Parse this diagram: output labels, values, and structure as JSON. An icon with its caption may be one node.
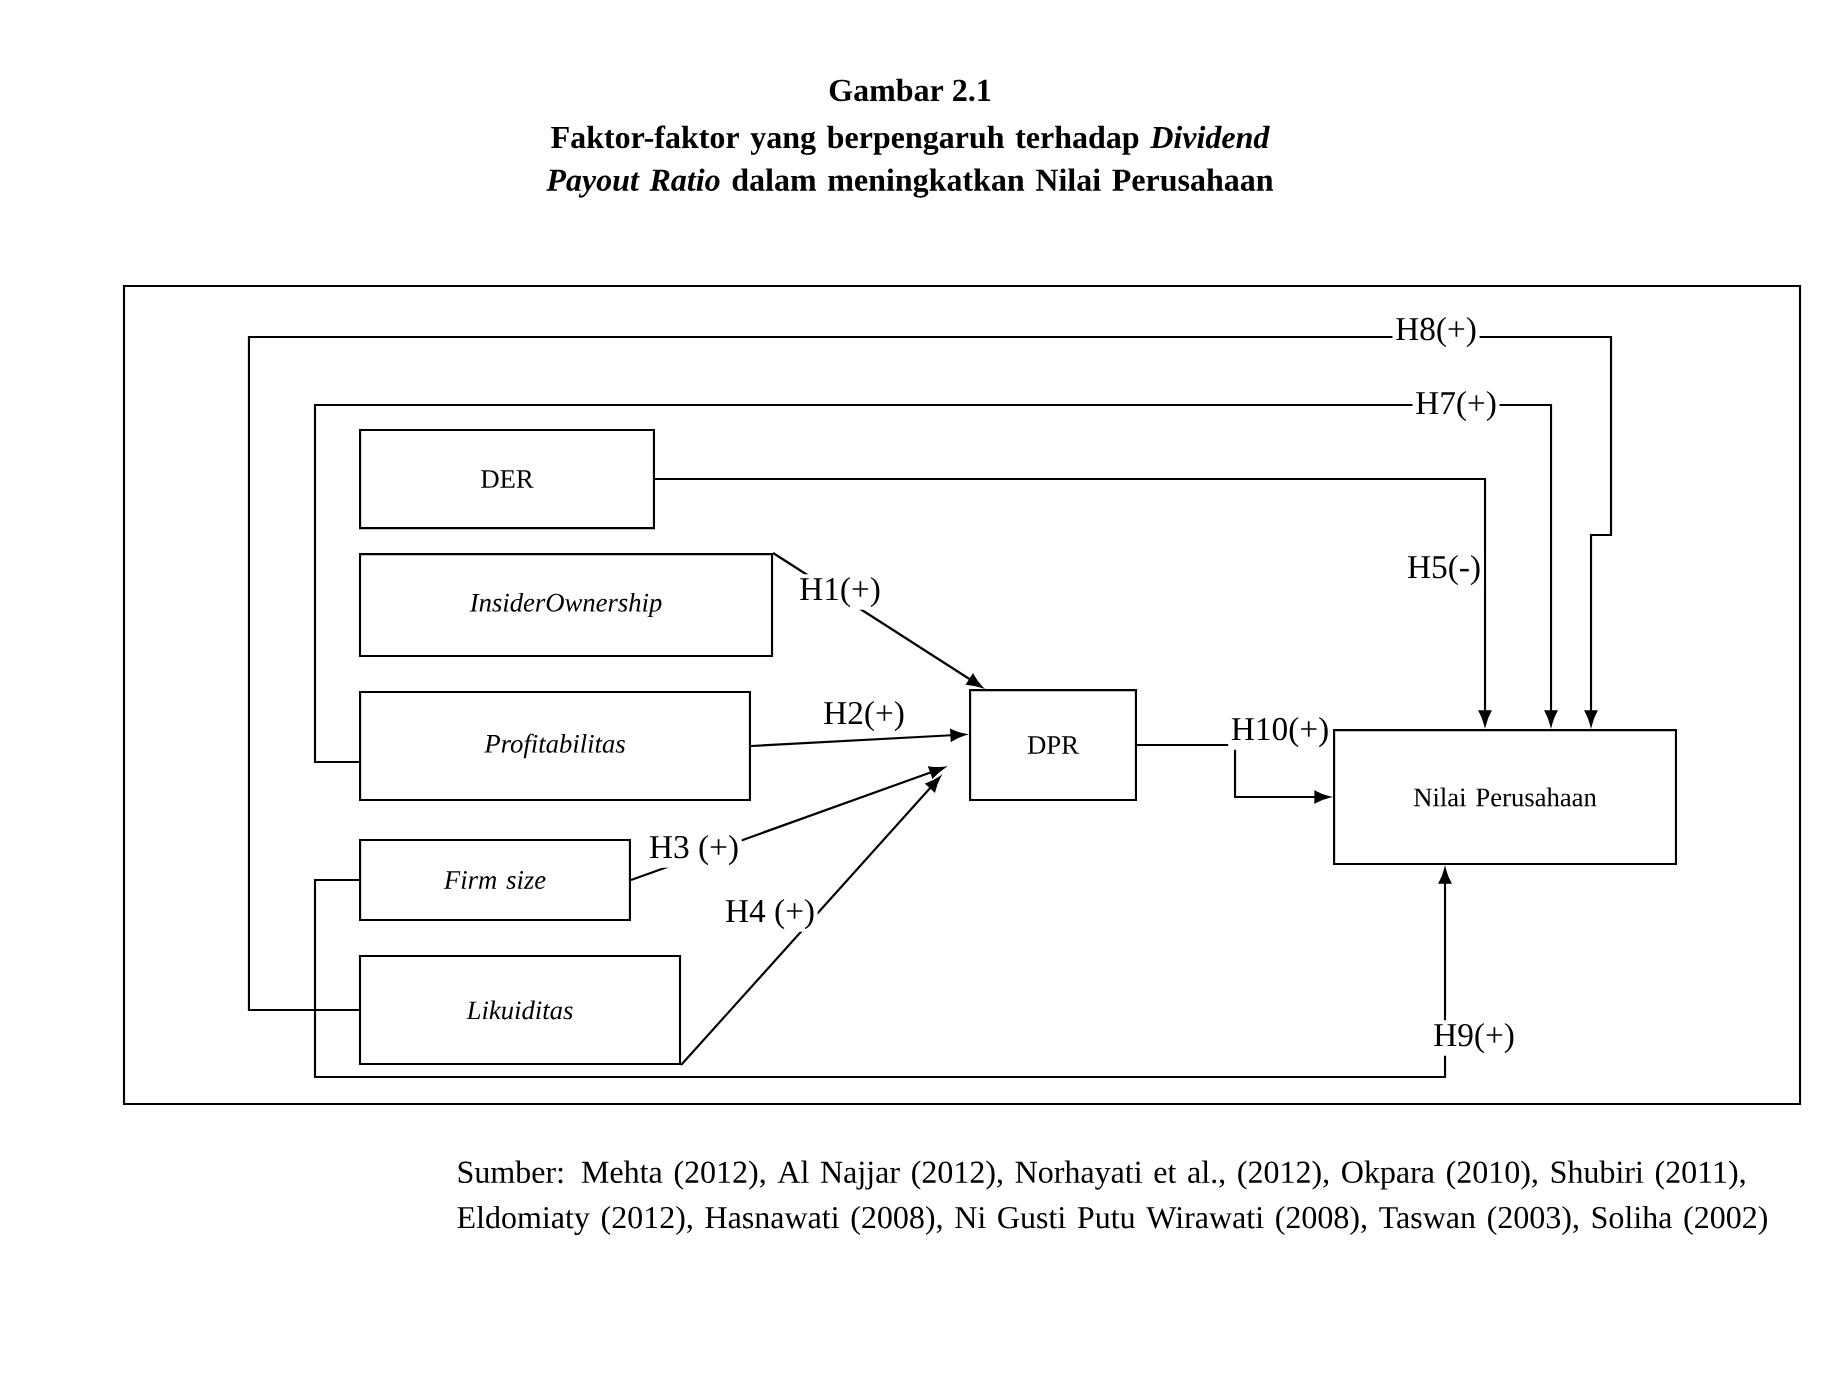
{
  "diagram": {
    "title": "Gambar 2.1",
    "caption": "Sumber: Mehta (2012), Al Najjar (2012), Norhayati et al., (2012), Okpara (2010), Shubiri (2011), Eldomiaty (2012), Hasnawati (2008), Ni Gusti Putu Wirawati (2008), Taswan (2003), Soliha (2002)",
    "nodes": [
      {
        "text": [
          "DER"
        ]
      },
      {
        "text": [
          "InsiderOwnership"
        ]
      },
      {
        "text": [
          "Profitabilitas"
        ]
      },
      {
        "text": [
          "Firm size"
        ]
      },
      {
        "text": [
          "Likuiditas"
        ]
      },
      {
        "text": [
          "DPR"
        ]
      },
      {
        "text": [
          "Nilai Perusahaan"
        ]
      }
    ],
    "edges": [
      {
        "from": 1,
        "to": 5,
        "arrow": "to",
        "label": "H1(+)"
      },
      {
        "from": 2,
        "to": 5,
        "arrow": "to",
        "label": "H2(+)"
      },
      {
        "from": 3,
        "to": 5,
        "arrow": "to",
        "label": "H3 (+)"
      },
      {
        "from": 4,
        "to": 5,
        "arrow": "to",
        "label": "H4 (+)"
      },
      {
        "from": 0,
        "to": 6,
        "arrow": "to",
        "label": "H5(-)"
      },
      {
        "from": 5,
        "to": 6,
        "arrow": "to",
        "label": "H10(+)"
      },
      {
        "from": 2,
        "to": 6,
        "arrow": "to",
        "label": "H7(+)"
      },
      {
        "from": 4,
        "to": 6,
        "arrow": "to",
        "label": "H8(+)"
      },
      {
        "from": 3,
        "to": 6,
        "arrow": "to",
        "label": "H9(+)"
      }
    ],
    "labels": [
      "Faktor-faktor yang berpengaruh terhadap *Dividend Payout Ratio* dalam meningkatkan Nilai Perusahaan"
    ]
  }
}
